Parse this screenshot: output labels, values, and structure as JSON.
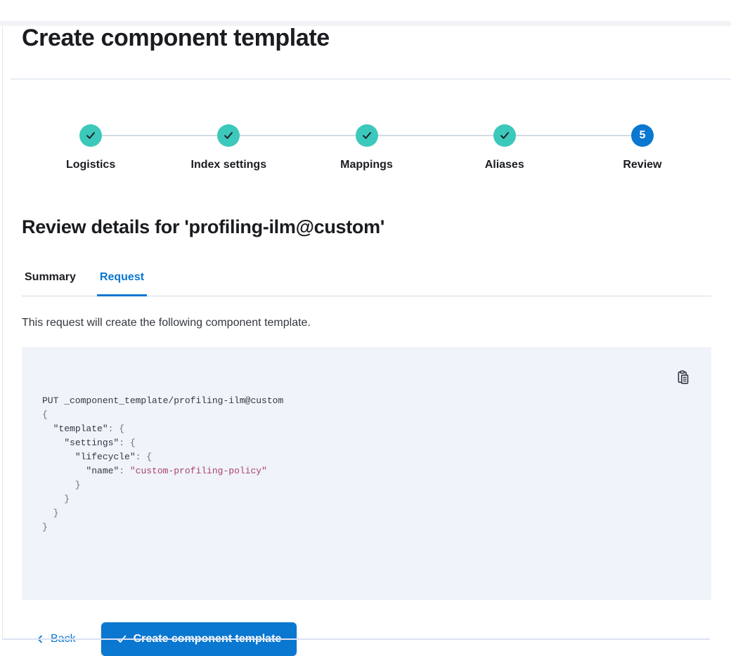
{
  "page": {
    "title": "Create component template"
  },
  "stepper": {
    "steps": [
      {
        "label": "Logistics",
        "status": "complete"
      },
      {
        "label": "Index settings",
        "status": "complete"
      },
      {
        "label": "Mappings",
        "status": "complete"
      },
      {
        "label": "Aliases",
        "status": "complete"
      },
      {
        "label": "Review",
        "status": "current",
        "number": "5"
      }
    ]
  },
  "review": {
    "heading": "Review details for 'profiling-ilm@custom'",
    "tabs": [
      {
        "label": "Summary",
        "active": false
      },
      {
        "label": "Request",
        "active": true
      }
    ],
    "description": "This request will create the following component template."
  },
  "code_block": {
    "copy_icon": "copy-clipboard-icon",
    "lines": [
      [
        {
          "c": "plain",
          "t": "PUT _component_template/profiling-ilm@custom"
        }
      ],
      [
        {
          "c": "punct",
          "t": "{"
        }
      ],
      [
        {
          "c": "plain",
          "t": "  "
        },
        {
          "c": "key",
          "t": "\"template\""
        },
        {
          "c": "punct",
          "t": ": {"
        }
      ],
      [
        {
          "c": "plain",
          "t": "    "
        },
        {
          "c": "key",
          "t": "\"settings\""
        },
        {
          "c": "punct",
          "t": ": {"
        }
      ],
      [
        {
          "c": "plain",
          "t": "      "
        },
        {
          "c": "key",
          "t": "\"lifecycle\""
        },
        {
          "c": "punct",
          "t": ": {"
        }
      ],
      [
        {
          "c": "plain",
          "t": "        "
        },
        {
          "c": "key",
          "t": "\"name\""
        },
        {
          "c": "punct",
          "t": ": "
        },
        {
          "c": "string",
          "t": "\"custom-profiling-policy\""
        }
      ],
      [
        {
          "c": "punct",
          "t": "      }"
        }
      ],
      [
        {
          "c": "punct",
          "t": "    }"
        }
      ],
      [
        {
          "c": "punct",
          "t": "  }"
        }
      ],
      [
        {
          "c": "punct",
          "t": "}"
        }
      ]
    ]
  },
  "footer": {
    "back_label": "Back",
    "submit_label": "Create component template"
  },
  "colors": {
    "primary_blue": "#0a77d0",
    "step_complete_teal": "#3cc8ba",
    "divider": "#d3dae6",
    "text_dark": "#1a1c21",
    "text_body": "#343741",
    "code_background": "#f0f3fa",
    "code_punctuation": "#69707d",
    "code_string": "#a84468"
  }
}
